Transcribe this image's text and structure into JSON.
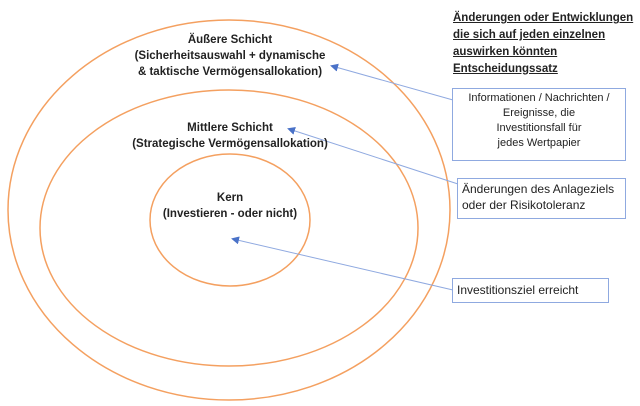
{
  "heading": [
    "Änderungen oder Entwicklungen",
    "die sich auf jeden einzelnen",
    "auswirken könnten",
    "Entscheidungssatz"
  ],
  "layers": {
    "outer": {
      "title": "Äußere Schicht",
      "line1": "(Sicherheitsauswahl + dynamische",
      "line2": "& taktische Vermögensallokation)"
    },
    "middle": {
      "title": "Mittlere Schicht",
      "line1": "(Strategische Vermögensallokation)"
    },
    "core": {
      "title": "Kern",
      "line1": "(Investieren - oder nicht)"
    }
  },
  "boxes": {
    "info": [
      "Informationen / Nachrichten /",
      "Ereignisse, die",
      "Investitionsfall für",
      "jedes Wertpapier"
    ],
    "goal_change": [
      "Änderungen des Anlageziels",
      "oder der Risikotoleranz"
    ],
    "goal_reached": [
      "Investitionsziel erreicht"
    ]
  },
  "colors": {
    "ring": "#f4a060",
    "arrow": "#7095d8",
    "box_border": "#8fa9e0"
  }
}
